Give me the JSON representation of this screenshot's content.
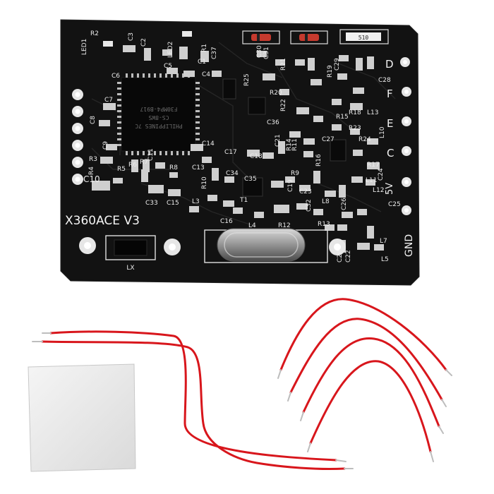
{
  "board": {
    "model_label": "X360ACE V3",
    "gnd_label": "GND",
    "lx_label": "LX",
    "chip_lines": [
      "PHILIPPINES 7C",
      "CS-8WS",
      "F30MP4-B917"
    ],
    "resistor_code": "510",
    "side_pins": [
      "D",
      "F",
      "E",
      "C",
      "5V"
    ],
    "silkscreen_labels": [
      "LED1",
      "R2",
      "C3",
      "C2",
      "LED2",
      "C1",
      "R1",
      "C37",
      "C6",
      "C5",
      "C4",
      "C7",
      "C8",
      "C9",
      "R3",
      "R4",
      "R5",
      "R6",
      "R7",
      "C11",
      "C10",
      "R8",
      "C14",
      "C13",
      "R10",
      "C17",
      "C16",
      "C33",
      "C15",
      "L3",
      "C34",
      "T1",
      "R9",
      "L4",
      "R12",
      "R25",
      "C31",
      "R21",
      "R20",
      "R22",
      "C36",
      "R15",
      "R18",
      "L13",
      "C29",
      "C28",
      "R23",
      "L10",
      "R24",
      "C21",
      "C27",
      "R16",
      "C18",
      "C19",
      "C23",
      "C32",
      "L8",
      "C26",
      "R13",
      "L11",
      "L12",
      "C24",
      "C25",
      "C20",
      "C22",
      "L7",
      "L5",
      "R19",
      "R17",
      "R14",
      "R11",
      "C30",
      "C35"
    ]
  },
  "colors": {
    "pcb": "#121212",
    "silkscreen": "#f2f2f2",
    "wire": "#d8161c",
    "wire_tip": "#c8c8c8",
    "pad": "#e6e6e6",
    "thermal_pad": "#ececec"
  },
  "icons": [
    "pcb-board",
    "crystal-oscillator",
    "diode",
    "led",
    "red-wire",
    "thermal-pad"
  ]
}
